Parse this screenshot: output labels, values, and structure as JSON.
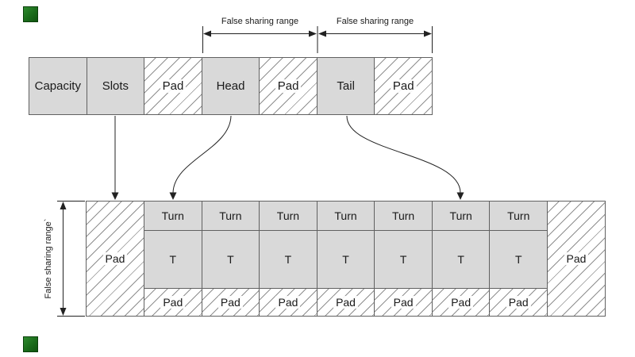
{
  "top_dimension": {
    "head_label": "False sharing range",
    "tail_label": "False sharing range"
  },
  "top_cells": [
    "Capacity",
    "Slots",
    "Pad",
    "Head",
    "Pad",
    "Tail",
    "Pad"
  ],
  "left_dimension": {
    "label": "False sharing range`"
  },
  "bottom": {
    "left_pad": "Pad",
    "right_pad": "Pad",
    "turn_labels": [
      "Turn",
      "Turn",
      "Turn",
      "Turn",
      "Turn",
      "Turn",
      "Turn"
    ],
    "t_labels": [
      "T",
      "T",
      "T",
      "T",
      "T",
      "T",
      "T"
    ],
    "pad_labels": [
      "Pad",
      "Pad",
      "Pad",
      "Pad",
      "Pad",
      "Pad",
      "Pad"
    ]
  },
  "colors": {
    "cell_fill": "#d9d9d9",
    "cell_border": "#616161",
    "hatch_line": "#8f8f8f",
    "arrow_line": "#222222",
    "selection_handle_green": "#1a6b1a",
    "background": "#ffffff"
  }
}
